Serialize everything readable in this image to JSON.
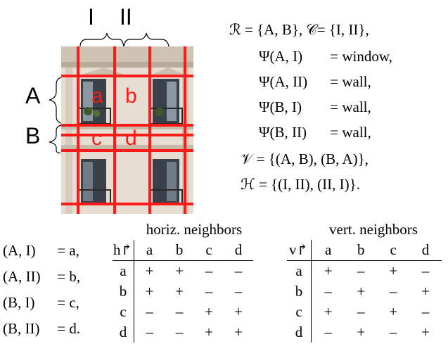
{
  "figure": {
    "column_labels": [
      "I",
      "II"
    ],
    "row_labels": [
      "A",
      "B"
    ],
    "cell_letters": [
      "a",
      "b",
      "c",
      "d"
    ]
  },
  "definitions": {
    "line1": "ℛ = {A, B},   𝒞= {I, II},",
    "psi_lines": [
      {
        "lhs": "Ψ(A, I)",
        "rhs": "= window,"
      },
      {
        "lhs": "Ψ(A, II)",
        "rhs": "= wall,"
      },
      {
        "lhs": "Ψ(B, I)",
        "rhs": "= wall,"
      },
      {
        "lhs": "Ψ(B, II)",
        "rhs": "= wall,"
      }
    ],
    "v_line": "𝒱 = {(A, B), (B, A)},",
    "h_line": "ℋ = {(I, II), (II, I)}."
  },
  "assignments": [
    {
      "lhs": "(A, I)",
      "rhs": "= a,"
    },
    {
      "lhs": "(A, II)",
      "rhs": "= b,"
    },
    {
      "lhs": "(B, I)",
      "rhs": "= c,"
    },
    {
      "lhs": "(B, II)",
      "rhs": "= d."
    }
  ],
  "horiz_table": {
    "title": "horiz. neighbors",
    "corner": "h↱",
    "headers": [
      "a",
      "b",
      "c",
      "d"
    ],
    "rows": [
      {
        "label": "a",
        "cells": [
          "+",
          "+",
          "–",
          "–"
        ]
      },
      {
        "label": "b",
        "cells": [
          "+",
          "+",
          "–",
          "–"
        ]
      },
      {
        "label": "c",
        "cells": [
          "–",
          "–",
          "+",
          "+"
        ]
      },
      {
        "label": "d",
        "cells": [
          "–",
          "–",
          "+",
          "+"
        ]
      }
    ]
  },
  "vert_table": {
    "title": "vert. neighbors",
    "corner": "v↱",
    "headers": [
      "a",
      "b",
      "c",
      "d"
    ],
    "rows": [
      {
        "label": "a",
        "cells": [
          "+",
          "–",
          "+",
          "–"
        ]
      },
      {
        "label": "b",
        "cells": [
          "–",
          "+",
          "–",
          "+"
        ]
      },
      {
        "label": "c",
        "cells": [
          "+",
          "–",
          "+",
          "–"
        ]
      },
      {
        "label": "d",
        "cells": [
          "–",
          "+",
          "–",
          "+"
        ]
      }
    ]
  },
  "colors": {
    "grid_red": "#ff1a1a",
    "facade": "#e6ddd2",
    "window": "#3b4149"
  }
}
